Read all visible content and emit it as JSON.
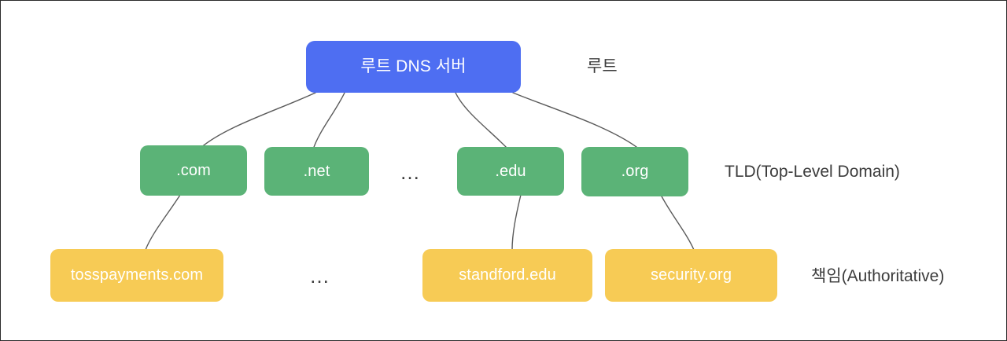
{
  "diagram": {
    "type": "tree",
    "title_text": "",
    "colors": {
      "root_fill": "#4e6ef2",
      "tld_fill": "#5bb377",
      "authoritative_fill": "#f7cb55",
      "edge_stroke": "#5a5a5a",
      "label_text": "#3c3c3c",
      "node_text": "#ffffff",
      "canvas_background": "#ffffff",
      "canvas_border": "#2b2b2b"
    },
    "tiers": [
      {
        "id": "root",
        "label": "루트"
      },
      {
        "id": "tld",
        "label": "TLD(Top-Level Domain)"
      },
      {
        "id": "authoritative",
        "label": "책임(Authoritative)"
      }
    ],
    "nodes": {
      "root": {
        "label": "루트 DNS 서버"
      },
      "tld": [
        {
          "id": "com",
          "label": ".com"
        },
        {
          "id": "net",
          "label": ".net"
        },
        {
          "id": "edu",
          "label": ".edu"
        },
        {
          "id": "org",
          "label": ".org"
        }
      ],
      "authoritative": [
        {
          "id": "tosspayments",
          "label": "tosspayments.com"
        },
        {
          "id": "standford",
          "label": "standford.edu"
        },
        {
          "id": "security",
          "label": "security.org"
        }
      ]
    },
    "ellipses": [
      {
        "id": "tld-more",
        "label": "…"
      },
      {
        "id": "authoritative-more",
        "label": "…"
      }
    ]
  }
}
